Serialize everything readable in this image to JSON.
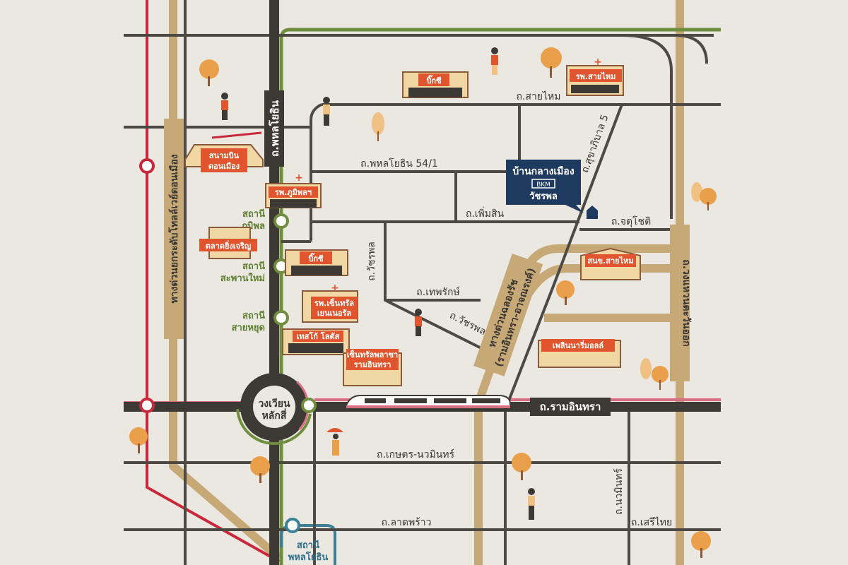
{
  "roads": {
    "phahon_yothin": "ถ.พหลโยธิน",
    "phahon_yothin_54_1": "ถ.พหลโยธิน 54/1",
    "sai_mai": "ถ.สายไหม",
    "sukhaphiban_5": "ถ.สุขาภิบาล 5",
    "phoem_sin": "ถ.เพิ่มสิน",
    "chatu_chot": "ถ.จตุโชติ",
    "watcharaphon_v": "ถ.วัชรพล",
    "watcharaphon_d": "ถ.วัชรพล",
    "theprak": "ถ.เทพรักษ์",
    "ram_inthra": "ถ.รามอินทรา",
    "kaset_nawamin": "ถ.เกษตร-นวมินทร์",
    "lat_phrao": "ถ.ลาดพร้าว",
    "nawamin": "ถ.นวมินทร์",
    "seri_thai": "ถ.เสรีไทย",
    "kanchanaphisek": "ถ.วงแหวนตะวันออก",
    "don_mueang_tollway": "ทางด่วนยกระดับโทลล์เวย์ดอนเมือง",
    "chalong_rat_line1": "ทางด่วนฉลองรัช",
    "chalong_rat_line2": "(รามอินทรา-อาจณรงค์)"
  },
  "circle": {
    "line1": "วงเวียน",
    "line2": "หลักสี่"
  },
  "project": {
    "name_top": "บ้านกลางเมือง",
    "name_bottom": "วัชรพล",
    "logo_text": "BKM"
  },
  "stations": {
    "bhumibol": {
      "line1": "สถานี",
      "line2": "ภูมิพล"
    },
    "saphan_mai": {
      "line1": "สถานี",
      "line2": "สะพานใหม่"
    },
    "sai_yud": {
      "line1": "สถานี",
      "line2": "สายหยุด"
    },
    "phahon_yothin": {
      "line1": "สถานี",
      "line2": "พหลโยธิน"
    }
  },
  "landmarks": {
    "bigc_sai_mai": "บิ๊กซี",
    "bigc_saphan_mai": "บิ๊กซี",
    "sai_mai_hospital": "รพ.สายไหม",
    "don_mueang_airport_1": "สนามบิน",
    "don_mueang_airport_2": "ดอนเมือง",
    "bhumibol_hospital": "รพ.ภูมิพลฯ",
    "ying_charoen_market": "ตลาดยิ่งเจริญ",
    "central_general_hospital_1": "รพ.เซ็นทรัล",
    "central_general_hospital_2": "เยนเนอรัล",
    "tesco_lotus": "เทสโก้ โลตัส",
    "central_plaza_1": "เซ็นทรัลพลาซา",
    "central_plaza_2": "รามอินทรา",
    "sai_mai_district_office": "สนข.สายไหม",
    "fashion_market_mall": "เพลินนารี่มอลล์"
  },
  "colors": {
    "background": "#ebe8e2",
    "road": "#4d4944",
    "expressway": "#c7a977",
    "red_line": "#c8283a",
    "green_line": "#6f8f3f",
    "pink_line": "#d86f83",
    "blue_line": "#3e7f98",
    "label_orange": "#e0552e",
    "project_navy": "#1f3a5f"
  }
}
